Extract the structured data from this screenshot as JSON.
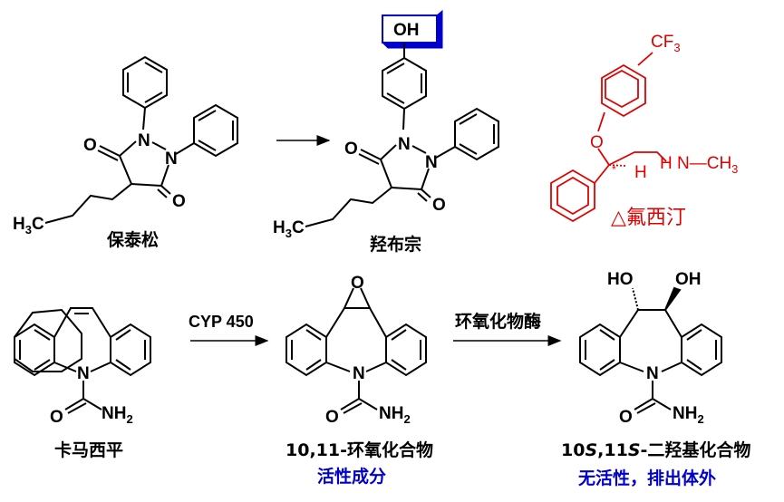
{
  "colors": {
    "black": "#000000",
    "red": "#e00000",
    "blue": "#0000cc"
  },
  "compounds": {
    "phenylbutazone": {
      "name": "保泰松"
    },
    "oxyphenbutazone": {
      "name": "羟布宗",
      "highlight": "OH"
    },
    "fluoxetine": {
      "name": "△氟西汀",
      "stereo_mark": "*"
    },
    "carbamazepine": {
      "name": "卡马西平"
    },
    "epoxide": {
      "name": "10,11-环氧化合物",
      "note": "活性成分"
    },
    "diol": {
      "name_prefix": "10",
      "name_s1": "S",
      "name_mid": ",11",
      "name_s2": "S",
      "name_suffix": "-二羟基化合物",
      "note": "无活性，排出体外"
    }
  },
  "arrows": {
    "first": {
      "label": ""
    },
    "cyp": {
      "label": "CYP 450"
    },
    "hydrolase": {
      "label": "环氧化物酶"
    }
  },
  "atoms": {
    "o": "O",
    "n": "N",
    "h": "H",
    "oh": "OH",
    "ho": "HO",
    "h3c_main": "H",
    "h3c_sub": "3",
    "h3c_c": "C",
    "nh2_main": "NH",
    "nh2_sub": "2",
    "cf3_main": "CF",
    "cf3_sub": "3",
    "nhch3_main": "H N—CH",
    "nhch3_sub": "3"
  }
}
